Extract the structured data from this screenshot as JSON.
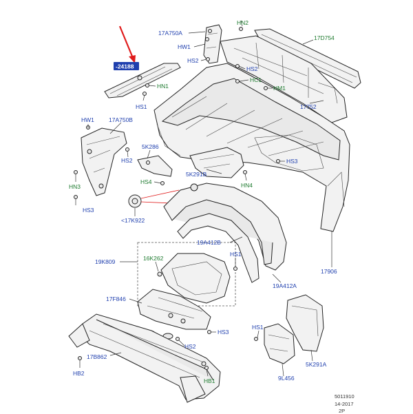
{
  "highlight_label": "-24188",
  "labels": {
    "part_17a750a": "17A750A",
    "part_hw1_top": "HW1",
    "part_hs2_top": "HS2",
    "part_hn2": "HN2",
    "part_17d754": "17D754",
    "part_hs2_mid": "HS2",
    "part_hc1": "HC1",
    "part_hm1": "HM1",
    "part_hn1": "HN1",
    "part_hs1_top": "HS1",
    "part_17752": "17752",
    "part_hw1_left": "HW1",
    "part_17a750b": "17A750B",
    "part_5k286": "5K286",
    "part_hs2_left": "HS2",
    "part_hs3_right": "HS3",
    "part_5k291b": "5K291B",
    "part_hs4": "HS4",
    "part_hn3": "HN3",
    "part_hn4": "HN4",
    "part_hs3_left": "HS3",
    "part_17k922": "<17K922",
    "part_19a412b": "19A412B",
    "part_19k809": "19K809",
    "part_16k262": "16K262",
    "part_hs1_mid": "HS1",
    "part_17906": "17906",
    "part_19a412a": "19A412A",
    "part_17f846": "17F846",
    "part_hs3_bottom": "HS3",
    "part_hs1_bottom": "HS1",
    "part_hs2_bottom": "HS2",
    "part_5k291a": "5K291A",
    "part_17b862": "17B862",
    "part_hb2": "HB2",
    "part_hb1": "HB1",
    "part_9l456": "9L456"
  },
  "footer": {
    "line1": "5011910",
    "line2": "14-2017",
    "line3": "2P"
  },
  "colors": {
    "label_blue": "#1f3fae",
    "label_green": "#1d7a2e",
    "arrow_red": "#e01b1b"
  }
}
